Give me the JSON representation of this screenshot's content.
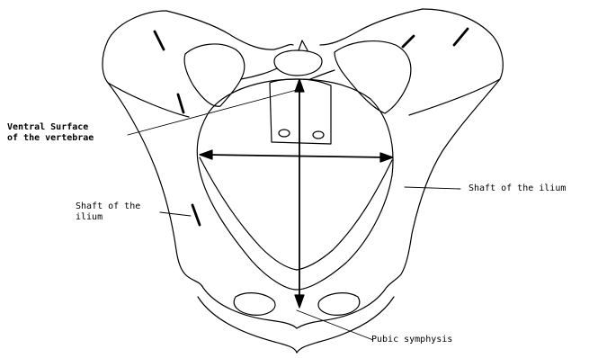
{
  "labels": {
    "ventral_line1": "Ventral Surface",
    "ventral_line2": "of the vertebrae",
    "shaft_left_line1": "Shaft of the",
    "shaft_left_line2": "ilium",
    "shaft_right": "Shaft of the ilium",
    "pubic": "Pubic symphysis"
  }
}
